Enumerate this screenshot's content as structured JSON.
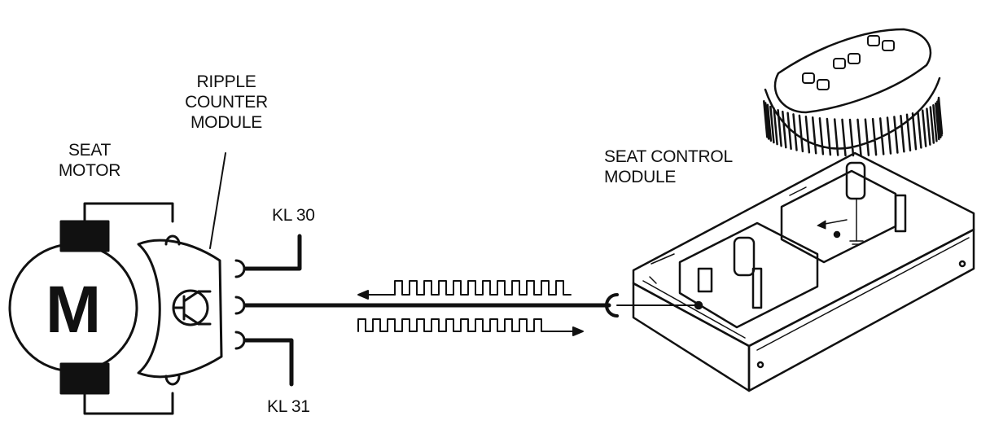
{
  "labels": {
    "ripple_counter_module": [
      "RIPPLE",
      "COUNTER",
      "MODULE"
    ],
    "seat_motor": [
      "SEAT",
      "MOTOR"
    ],
    "kl30": "KL 30",
    "kl31": "KL 31",
    "seat_control_module": [
      "SEAT CONTROL",
      "MODULE"
    ],
    "motor_letter": "M"
  },
  "colors": {
    "ink": "#111111",
    "paper": "#ffffff"
  }
}
